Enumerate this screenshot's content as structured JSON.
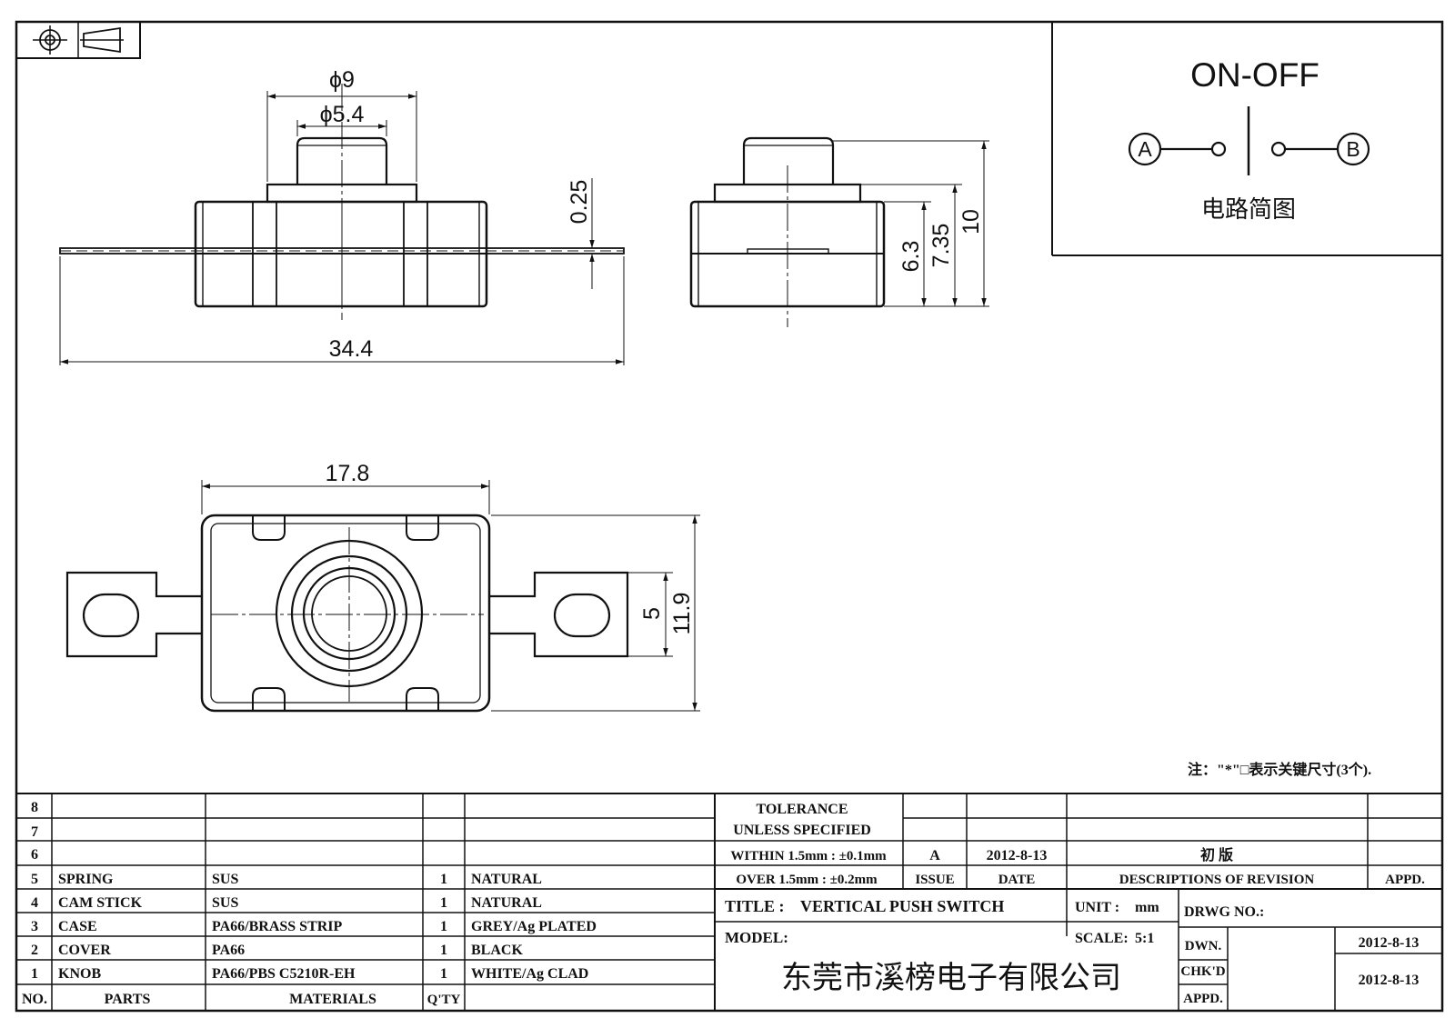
{
  "dimensions": {
    "knob_outer_dia": "ϕ9",
    "knob_inner_dia": "ϕ5.4",
    "strip_thickness": "0.25",
    "overall_length": "34.4",
    "body_height_base": "6.3",
    "body_height_top": "7.35",
    "total_height": "10",
    "body_width": "17.8",
    "body_depth": "11.9",
    "tab_width": "5"
  },
  "circuit": {
    "title": "ON-OFF",
    "terminal_a": "A",
    "terminal_b": "B",
    "caption": "电路简图"
  },
  "note": "注：\"*\"□表示关键尺寸(3个).",
  "bom": {
    "rows": [
      {
        "no": "8",
        "part": "",
        "material": "",
        "qty": "",
        "finish": ""
      },
      {
        "no": "7",
        "part": "",
        "material": "",
        "qty": "",
        "finish": ""
      },
      {
        "no": "6",
        "part": "",
        "material": "",
        "qty": "",
        "finish": ""
      },
      {
        "no": "5",
        "part": "SPRING",
        "material": "SUS",
        "qty": "1",
        "finish": "NATURAL"
      },
      {
        "no": "4",
        "part": "CAM STICK",
        "material": "SUS",
        "qty": "1",
        "finish": "NATURAL"
      },
      {
        "no": "3",
        "part": "CASE",
        "material": "PA66/BRASS STRIP",
        "qty": "1",
        "finish": "GREY/Ag PLATED"
      },
      {
        "no": "2",
        "part": "COVER",
        "material": "PA66",
        "qty": "1",
        "finish": "BLACK"
      },
      {
        "no": "1",
        "part": "KNOB",
        "material": "PA66/PBS C5210R-EH",
        "qty": "1",
        "finish": "WHITE/Ag CLAD"
      }
    ],
    "header": {
      "no": "NO.",
      "parts": "PARTS",
      "materials": "MATERIALS",
      "qty": "Q'TY"
    }
  },
  "tolerance": {
    "line1": "TOLERANCE",
    "line2": "UNLESS  SPECIFIED",
    "line3": "WITHIN 1.5mm : ±0.1mm",
    "line4": "OVER 1.5mm : ±0.2mm"
  },
  "revision": {
    "issue": "A",
    "date": "2012-8-13",
    "description": "初 版",
    "col_issue": "ISSUE",
    "col_date": "DATE",
    "col_desc": "DESCRIPTIONS OF REVISION",
    "col_appd": "APPD."
  },
  "title_block": {
    "title_label": "TITLE :",
    "title": "VERTICAL PUSH SWITCH",
    "unit_label": "UNIT :",
    "unit": "mm",
    "drwg_label": "DRWG NO.:",
    "model_label": "MODEL:",
    "scale_label": "SCALE:",
    "scale": "5:1",
    "dwn_label": "DWN.",
    "dwn_date": "2012-8-13",
    "chkd_label": "CHK'D",
    "chkd_date": "2012-8-13",
    "appd_label": "APPD.",
    "company": "东莞市溪榜电子有限公司"
  }
}
